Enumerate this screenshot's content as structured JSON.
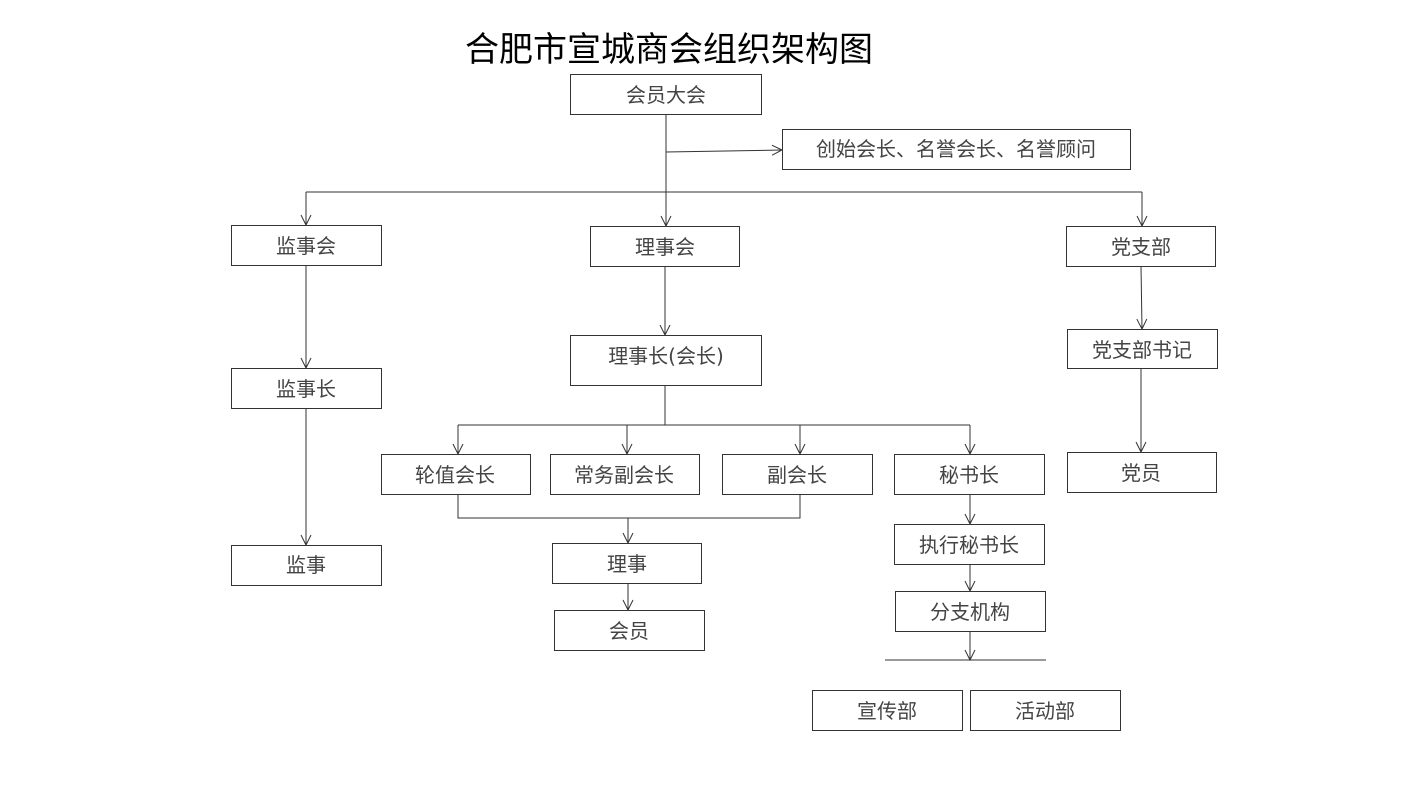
{
  "title": "合肥市宣城商会组织架构图",
  "nodes": {
    "general_assembly": "会员大会",
    "honorary": "创始会长、名誉会长、名誉顾问",
    "supervisory_board": "监事会",
    "board_of_directors": "理事会",
    "party_branch": "党支部",
    "chief_supervisor": "监事长",
    "chairman": "理事长(会长)",
    "party_secretary": "党支部书记",
    "rotating_president": "轮值会长",
    "executive_vice_president": "常务副会长",
    "vice_president": "副会长",
    "secretary_general": "秘书长",
    "party_member": "党员",
    "supervisor": "监事",
    "director": "理事",
    "executive_secretary_general": "执行秘书长",
    "member": "会员",
    "branch_office": "分支机构",
    "publicity_department": "宣传部",
    "activity_department": "活动部"
  }
}
